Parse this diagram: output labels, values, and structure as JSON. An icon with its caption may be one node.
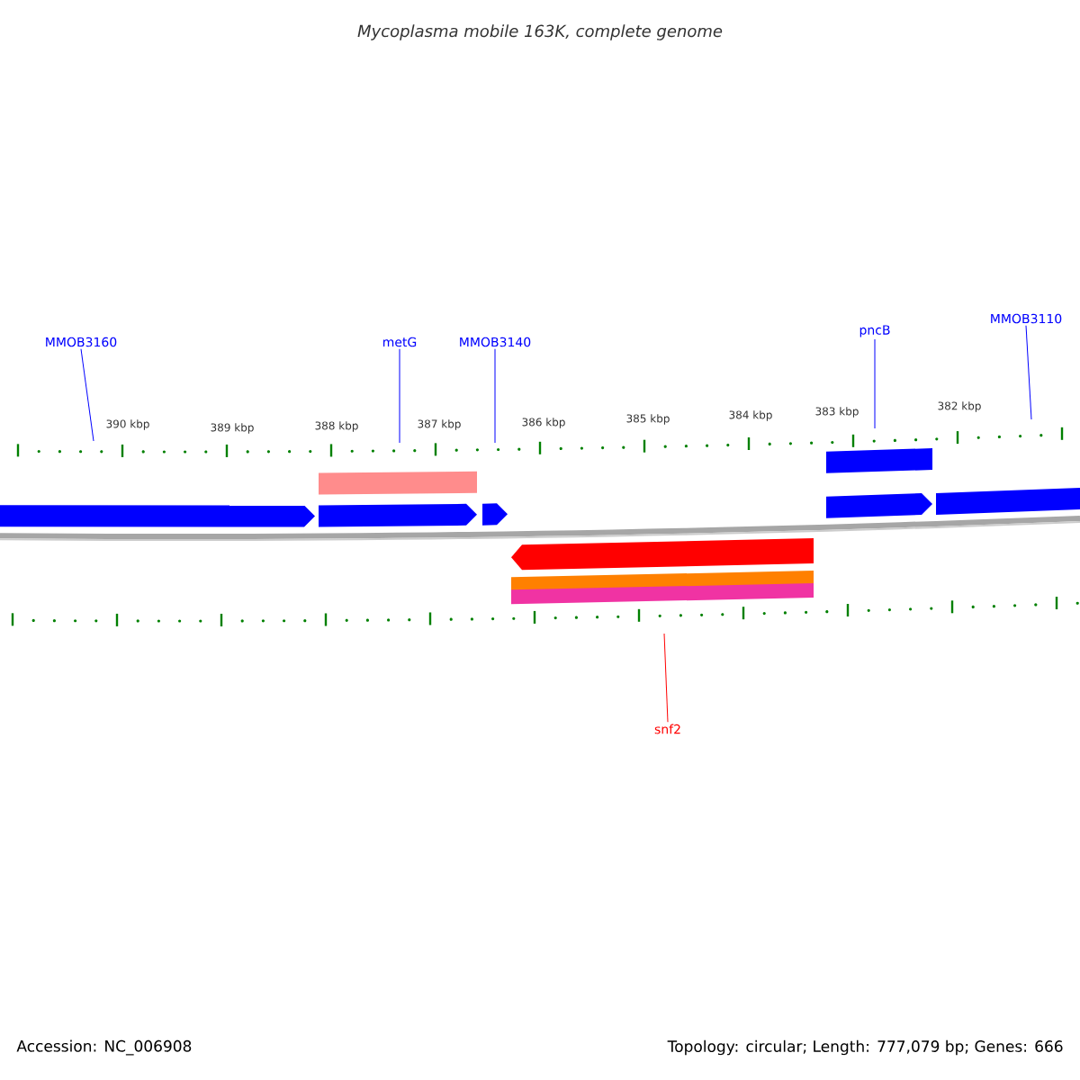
{
  "diagram": {
    "title": "Mycoplasma mobile 163K, complete genome",
    "nodes": [
      {
        "text": [
          "MMOB3160"
        ]
      },
      {
        "text": [
          "metG"
        ]
      },
      {
        "text": [
          "MMOB3140"
        ]
      },
      {
        "text": [
          "pncB"
        ]
      },
      {
        "text": [
          "MMOB3110"
        ]
      },
      {
        "text": [
          "snf2"
        ]
      }
    ],
    "edges": [
      {
        "from": 0,
        "to": null,
        "arrow": "none"
      },
      {
        "from": 1,
        "to": null,
        "arrow": "none"
      },
      {
        "from": 2,
        "to": null,
        "arrow": "none"
      },
      {
        "from": 3,
        "to": null,
        "arrow": "none"
      },
      {
        "from": 4,
        "to": null,
        "arrow": "none"
      },
      {
        "from": 5,
        "to": null,
        "arrow": "none",
        "color": "#ff0000"
      }
    ],
    "labels": [
      "390 kbp",
      "389 kbp",
      "388 kbp",
      "387 kbp",
      "386 kbp",
      "385 kbp",
      "384 kbp",
      "383 kbp",
      "382 kbp",
      "Accession: NC_006908",
      "Topology: circular; Length: 777,079 bp; Genes: 666"
    ]
  }
}
